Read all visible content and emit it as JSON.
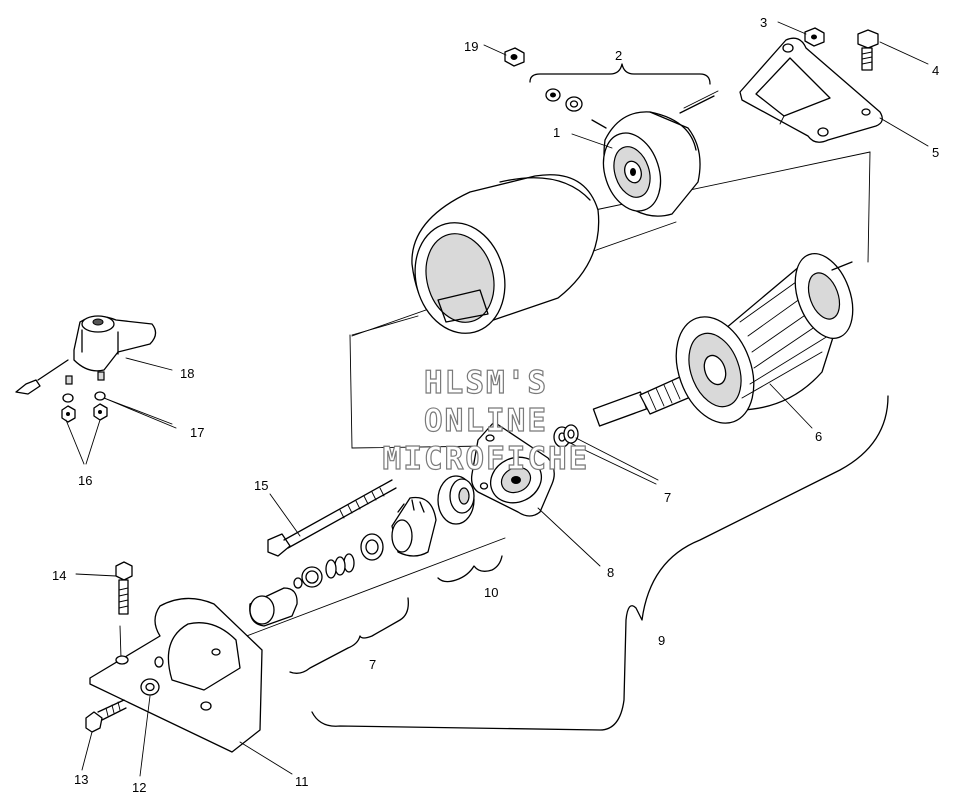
{
  "callouts": [
    {
      "id": "c1",
      "text": "1"
    },
    {
      "id": "c2",
      "text": "2"
    },
    {
      "id": "c3",
      "text": "3"
    },
    {
      "id": "c4",
      "text": "4"
    },
    {
      "id": "c5",
      "text": "5"
    },
    {
      "id": "c6",
      "text": "6"
    },
    {
      "id": "c7a",
      "text": "7"
    },
    {
      "id": "c7b",
      "text": "7"
    },
    {
      "id": "c8",
      "text": "8"
    },
    {
      "id": "c9",
      "text": "9"
    },
    {
      "id": "c10",
      "text": "10"
    },
    {
      "id": "c11",
      "text": "11"
    },
    {
      "id": "c12",
      "text": "12"
    },
    {
      "id": "c13",
      "text": "13"
    },
    {
      "id": "c14",
      "text": "14"
    },
    {
      "id": "c15",
      "text": "15"
    },
    {
      "id": "c16",
      "text": "16"
    },
    {
      "id": "c17",
      "text": "17"
    },
    {
      "id": "c18",
      "text": "18"
    },
    {
      "id": "c19",
      "text": "19"
    }
  ],
  "watermark": {
    "line1": "HLSM'S",
    "line2": "ONLINE",
    "line3": "MICROFICHE"
  }
}
